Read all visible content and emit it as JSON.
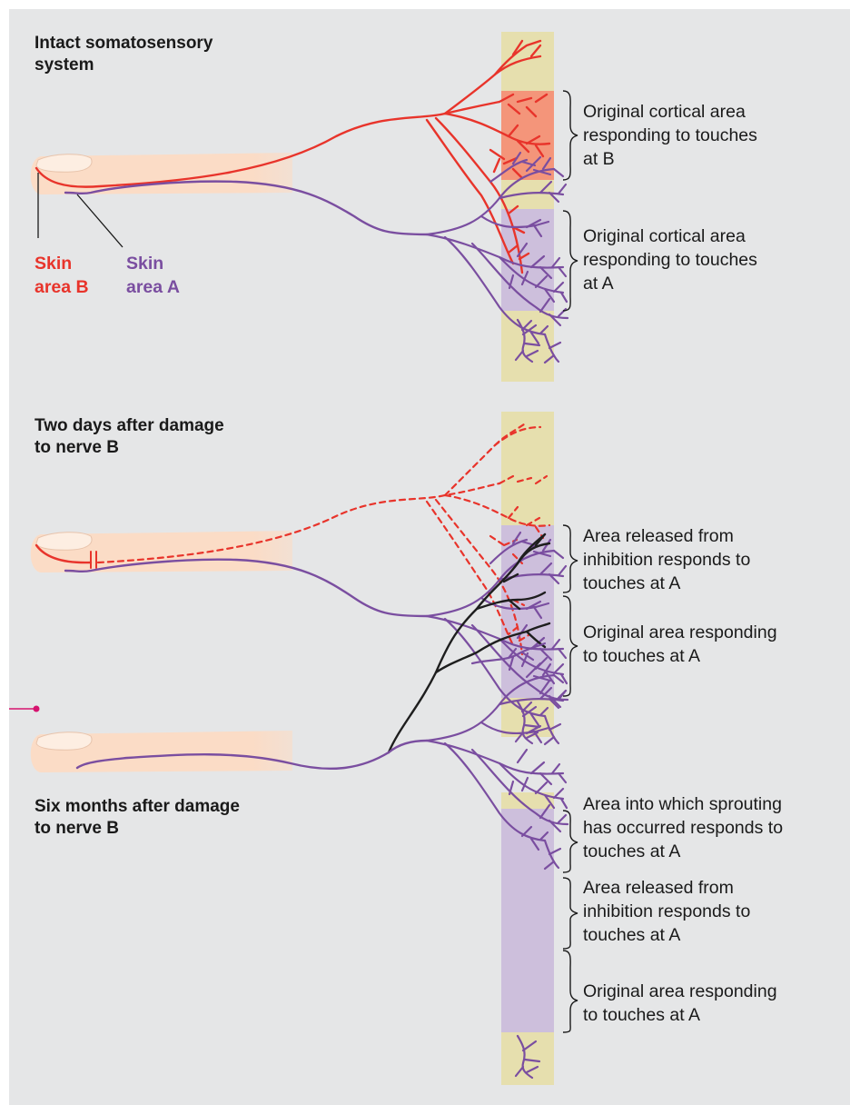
{
  "panels": [
    {
      "title": "Intact somatosensory\nsystem",
      "labels": [
        "Original cortical area\nresponding to touches\nat B",
        "Original cortical area\nresponding to touches\nat A"
      ]
    },
    {
      "title": "Two days after damage\nto nerve B",
      "labels": [
        "Area released from\ninhibition responds to\ntouches at A",
        "Original area responding\nto touches at A"
      ]
    },
    {
      "title": "Six months after damage\nto nerve B",
      "labels": [
        "Area into which sprouting\nhas occurred responds to\ntouches at A",
        "Area released from\ninhibition responds to\ntouches at A",
        "Original area responding\nto touches at A"
      ]
    }
  ],
  "skin_labels": {
    "b": "Skin\narea B",
    "a": "Skin\narea A"
  },
  "colors": {
    "background": "#e5e6e7",
    "cortex_strip": "#e6dfae",
    "area_b_fill": "#f4957a",
    "area_a_fill": "#cdbfdc",
    "nerve_b": "#e8342b",
    "nerve_a": "#7a4ea0",
    "sprout": "#1e1e1e",
    "finger": "#fbdcc6",
    "nail": "#fdeee2",
    "marker": "#d6136f"
  }
}
